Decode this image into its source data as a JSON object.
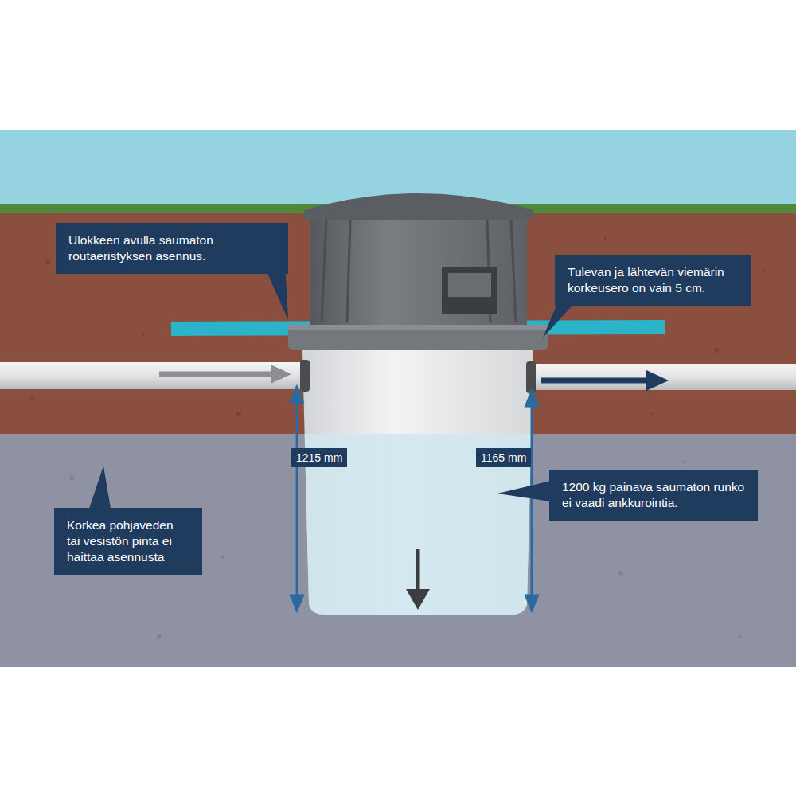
{
  "diagram": {
    "nodes": [
      {
        "text": [
          "Ulokkeen avulla saumaton routaeristyksen asennus."
        ]
      },
      {
        "text": [
          "Tulevan ja lähtevän viemärin korkeusero on vain 5 cm."
        ]
      },
      {
        "text": [
          "1200 kg painava saumaton runko ei vaadi ankkurointia."
        ]
      },
      {
        "text": [
          "Korkea pohjaveden tai vesistön pinta ei haittaa asennusta"
        ]
      }
    ],
    "labels": [
      "1215 mm",
      "1165 mm"
    ]
  }
}
